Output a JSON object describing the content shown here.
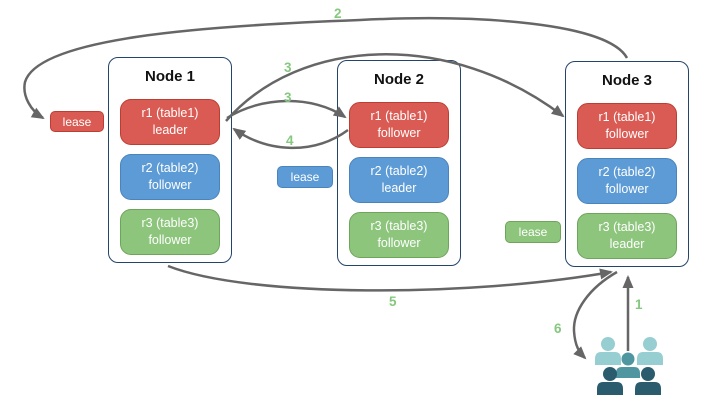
{
  "colors": {
    "replica-red": "#D95B53",
    "replica-red-border": "#BE3D32",
    "replica-blue": "#5C9BD5",
    "replica-blue-border": "#4A84BC",
    "replica-green": "#8DC57D",
    "replica-green-border": "#6EA55B",
    "node-border": "#24456B",
    "arrow-gray": "#666666",
    "label-green": "#85C87F",
    "people-light": "#97CED2",
    "people-mid": "#4F96A0",
    "people-dark": "#2B5C6E"
  },
  "diagram": {
    "nodes": [
      {
        "title": "Node 1",
        "replicas": [
          {
            "name": "r1 (table1)",
            "role": "leader",
            "color": "red"
          },
          {
            "name": "r2 (table2)",
            "role": "follower",
            "color": "blue"
          },
          {
            "name": "r3 (table3)",
            "role": "follower",
            "color": "green"
          }
        ]
      },
      {
        "title": "Node 2",
        "replicas": [
          {
            "name": "r1 (table1)",
            "role": "follower",
            "color": "red"
          },
          {
            "name": "r2 (table2)",
            "role": "leader",
            "color": "blue"
          },
          {
            "name": "r3 (table3)",
            "role": "follower",
            "color": "green"
          }
        ]
      },
      {
        "title": "Node 3",
        "replicas": [
          {
            "name": "r1 (table1)",
            "role": "follower",
            "color": "red"
          },
          {
            "name": "r2 (table2)",
            "role": "follower",
            "color": "blue"
          },
          {
            "name": "r3 (table3)",
            "role": "leader",
            "color": "green"
          }
        ]
      }
    ],
    "leases": [
      {
        "label": "lease",
        "color": "red"
      },
      {
        "label": "lease",
        "color": "blue"
      },
      {
        "label": "lease",
        "color": "green"
      }
    ],
    "arrow_labels": {
      "a1": "1",
      "a2": "2",
      "a3_to_node3": "3",
      "a3_to_node2": "3",
      "a4": "4",
      "a5": "5",
      "a6": "6"
    }
  }
}
